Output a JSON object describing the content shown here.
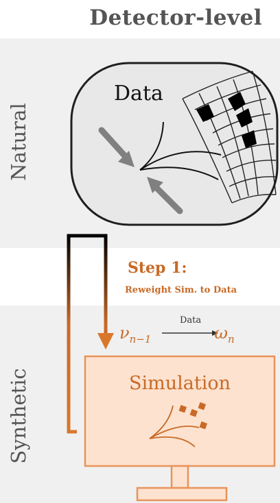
{
  "header": {
    "title": "Detector-level"
  },
  "natural": {
    "label": "Natural",
    "data_label": "Data"
  },
  "synthetic": {
    "label": "Synthetic",
    "simulation_label": "Simulation"
  },
  "step": {
    "title": "Step 1:",
    "description": "Reweight Sim. to Data",
    "formula_left": "ν",
    "formula_left_sub": "n−1",
    "formula_over": "Data",
    "formula_right": "ω",
    "formula_right_sub": "n"
  },
  "colors": {
    "accent": "#c86a27",
    "band": "#f0f0f0",
    "monitor_fill": "#fde2cf",
    "monitor_stroke": "#e8935a",
    "grey_text": "#555555"
  }
}
